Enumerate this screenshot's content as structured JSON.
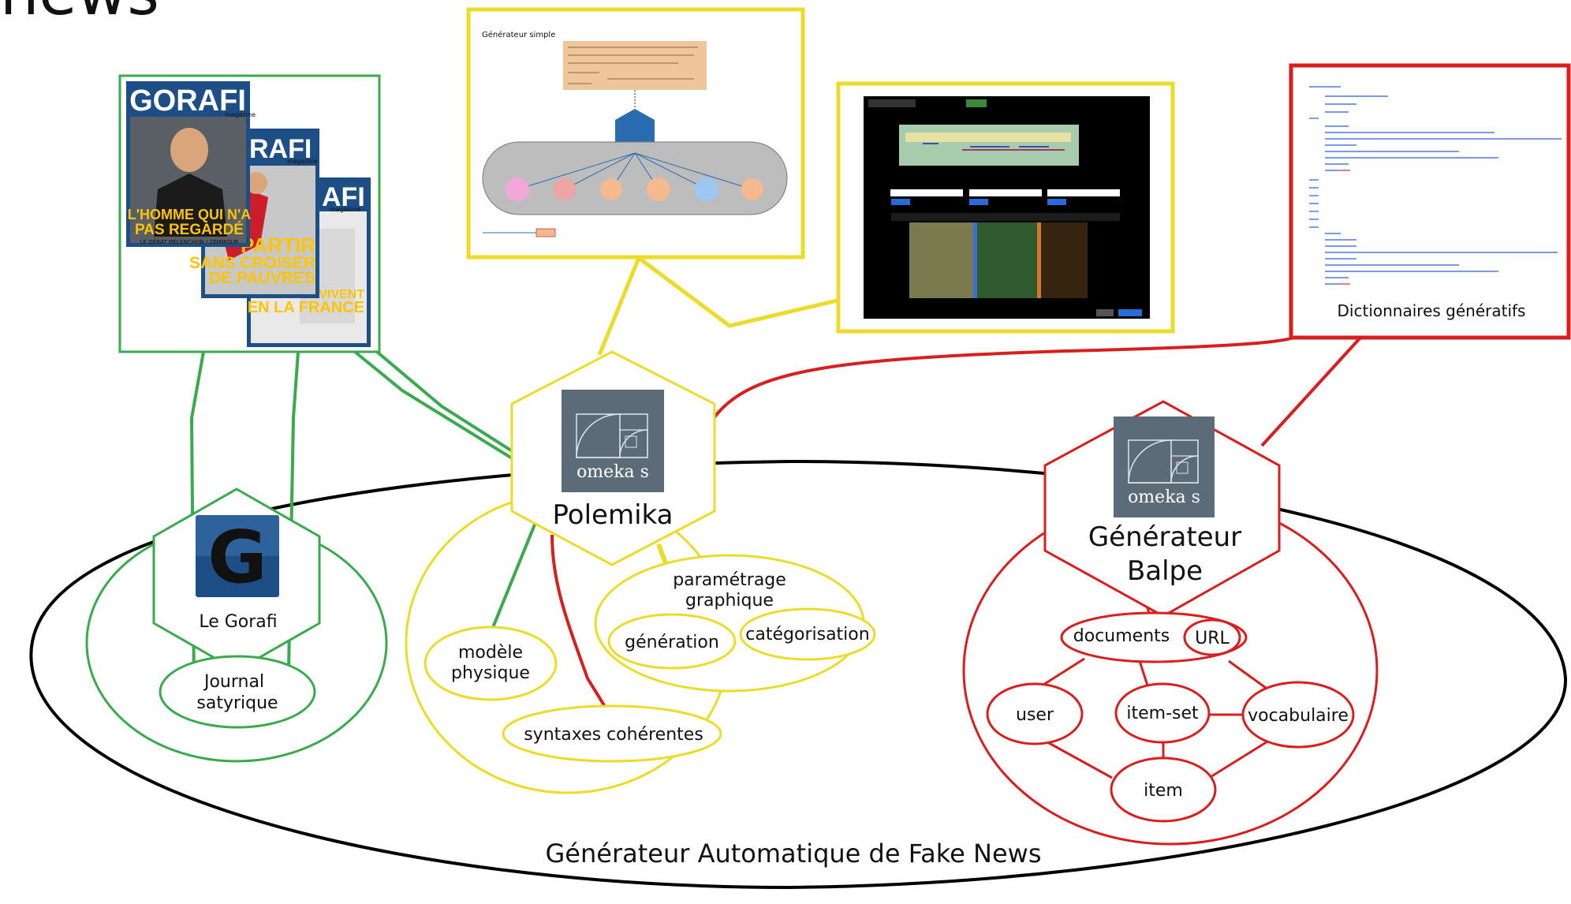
{
  "header": {
    "title_fragment": "news"
  },
  "diagram": {
    "outer_label": "Générateur Automatique de Fake News",
    "gorafi": {
      "node_label": "Le Gorafi",
      "node_letter": "G",
      "child_label_line1": "Journal",
      "child_label_line2": "satyrique",
      "magazine_covers": {
        "cover1_title": "GORAFI",
        "cover1_sub": "magazine",
        "cover1_headline1": "L'HOMME QUI N'A",
        "cover1_headline2": "PAS REGARDÉ",
        "cover1_footer": "LE DÉBAT MÉLENCHON / ZEMMOUR",
        "cover2_title": "RAFI",
        "cover2_sub": "magazine",
        "cover2_headline1": "PARTIR",
        "cover2_headline2": "SANS CROISER",
        "cover2_headline3": "DE PAUVRES",
        "cover3_title": "AFI",
        "cover3_sub": "magazine",
        "cover3_headline1": "VIVENT",
        "cover3_headline2": "EN LA FRANCE"
      }
    },
    "polemika": {
      "node_label": "Polemika",
      "logo_word": "omeka s",
      "children": {
        "parametrage_line1": "paramétrage",
        "parametrage_line2": "graphique",
        "generation": "génération",
        "categorisation": "catégorisation",
        "modele_line1": "modèle",
        "modele_line2": "physique",
        "syntaxes": "syntaxes cohérentes"
      },
      "screenshot_simple": {
        "title": "Générateur simple"
      }
    },
    "balpe": {
      "node_label_line1": "Générateur",
      "node_label_line2": "Balpe",
      "logo_word": "omeka s",
      "children": {
        "documents": "documents",
        "url": "URL",
        "user": "user",
        "item_set": "item-set",
        "vocabulaire": "vocabulaire",
        "item": "item"
      }
    },
    "dictionnaires": {
      "caption": "Dictionnaires génératifs"
    },
    "colors": {
      "green": "#3aaa4e",
      "yellow": "#ebdc2a",
      "red": "#d81e1e",
      "black": "#000000",
      "omeka_gray": "#5b6b78",
      "gorafi_blue": "#1d4f86"
    }
  }
}
